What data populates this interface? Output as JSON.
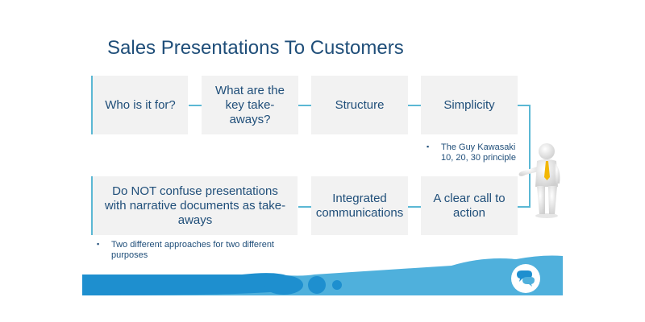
{
  "title": "Sales Presentations To Customers",
  "flow": {
    "top_row": [
      "Who is it for?",
      "What are the key take-aways?",
      "Structure",
      "Simplicity"
    ],
    "bottom_row": [
      "Do NOT confuse presentations with narrative documents as take-aways",
      "Integrated communications",
      "A clear call to action"
    ]
  },
  "notes": {
    "simplicity": "The Guy Kawasaki 10, 20, 30 principle",
    "confuse": "Two different approaches for two different purposes"
  },
  "colors": {
    "title": "#1f4e79",
    "box_fill": "#f2f2f2",
    "connector": "#5bb8d4",
    "band_dark": "#1e8fcf",
    "band_light": "#4fb0dc"
  },
  "icons": {
    "presenter": "3d-person-pointing-icon",
    "chat": "speech-bubbles-icon"
  }
}
